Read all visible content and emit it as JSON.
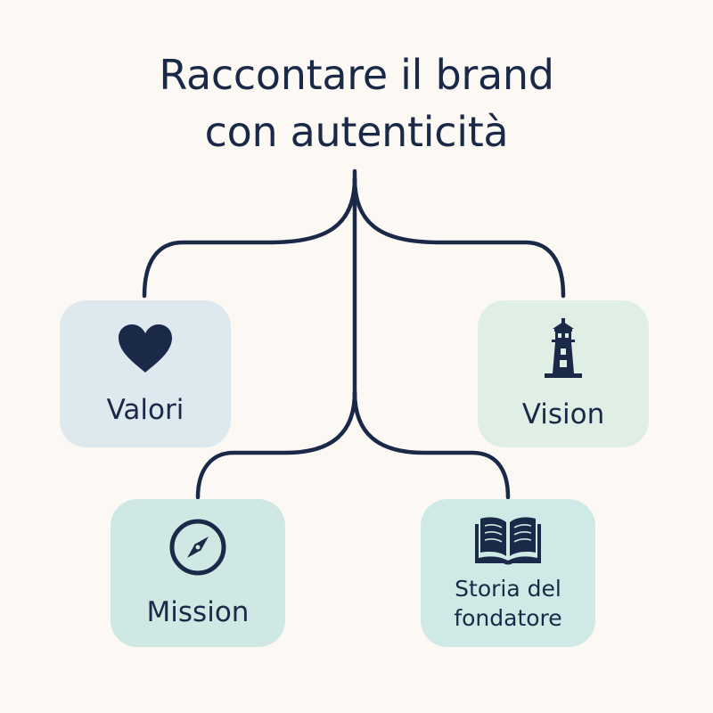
{
  "title": {
    "line1": "Raccontare il brand",
    "line2": "con autenticità"
  },
  "nodes": {
    "valori": {
      "label": "Valori",
      "icon": "heart-icon"
    },
    "vision": {
      "label": "Vision",
      "icon": "lighthouse-icon"
    },
    "mission": {
      "label": "Mission",
      "icon": "compass-icon"
    },
    "storia": {
      "label_line1": "Storia del",
      "label_line2": "fondatore",
      "icon": "open-book-icon"
    }
  },
  "colors": {
    "ink": "#1a2948",
    "background": "#fcf9f5",
    "valori_fill": "#dde9ee",
    "vision_fill": "#e0efe6",
    "mission_fill": "#cfe8e3",
    "storia_fill": "#cfeae6"
  }
}
